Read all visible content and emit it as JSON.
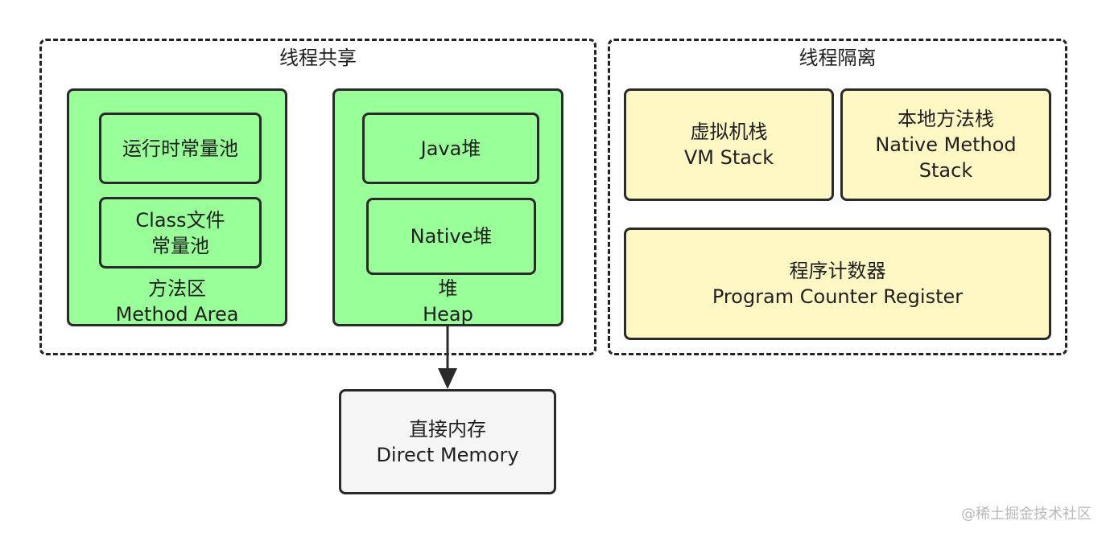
{
  "groups": {
    "shared": {
      "title": "线程共享"
    },
    "isolated": {
      "title": "线程隔离"
    }
  },
  "method_area": {
    "label_cn": "方法区",
    "label_en": "Method Area",
    "runtime_pool": "运行时常量池",
    "class_pool_line1": "Class文件",
    "class_pool_line2": "常量池"
  },
  "heap": {
    "label_cn": "堆",
    "label_en": "Heap",
    "java_heap": "Java堆",
    "native_heap": "Native堆"
  },
  "vm_stack": {
    "label_cn": "虚拟机栈",
    "label_en": "VM Stack"
  },
  "native_stack": {
    "label_cn": "本地方法栈",
    "label_en_line1": "Native Method",
    "label_en_line2": "Stack"
  },
  "pc_register": {
    "label_cn": "程序计数器",
    "label_en": "Program Counter Register"
  },
  "direct_memory": {
    "label_cn": "直接内存",
    "label_en": "Direct Memory"
  },
  "watermark": "@稀土掘金技术社区",
  "colors": {
    "green": "#99ff99",
    "yellow": "#fff8c4",
    "gray": "#f5f5f5",
    "border": "#2a2a2a"
  }
}
